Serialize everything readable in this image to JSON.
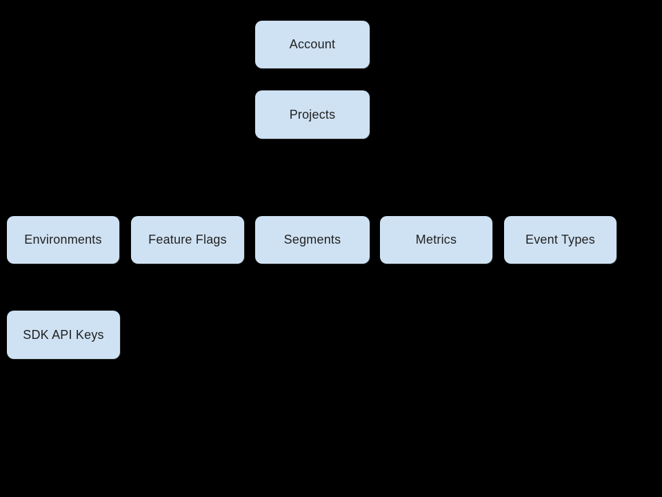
{
  "diagram": {
    "background_color": "#000000",
    "node_fill_color": "#cfe2f3",
    "node_text_color": "#212121",
    "nodes": [
      {
        "id": "account",
        "label": "Account"
      },
      {
        "id": "projects",
        "label": "Projects"
      },
      {
        "id": "environments",
        "label": "Environments"
      },
      {
        "id": "feature-flags",
        "label": "Feature Flags"
      },
      {
        "id": "segments",
        "label": "Segments"
      },
      {
        "id": "metrics",
        "label": "Metrics"
      },
      {
        "id": "event-types",
        "label": "Event Types"
      },
      {
        "id": "sdk-api-keys",
        "label": "SDK API Keys"
      }
    ]
  }
}
